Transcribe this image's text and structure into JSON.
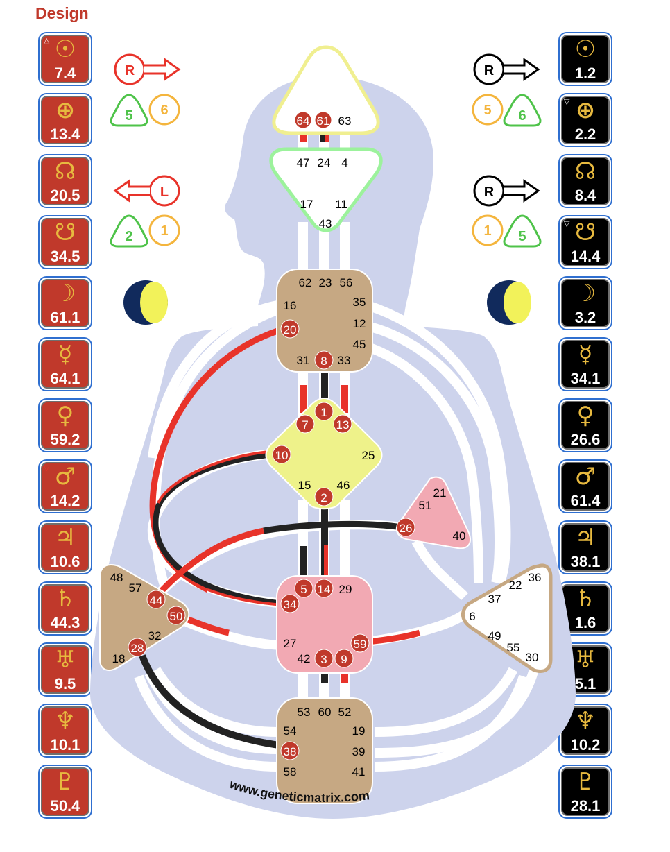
{
  "title": "Design",
  "colors": {
    "design_red": "#c0392b",
    "personality_black": "#000000",
    "glyph_gold": "#e7b93f",
    "body_lavender": "#cdd3ec",
    "channel_red": "#e8332a",
    "channel_black": "#222222",
    "head_outline": "#f0ef90",
    "ajna_outline": "#9cf29c",
    "throat_fill": "#c6a883",
    "g_fill": "#eef28a",
    "heart_fill": "#f2a9b3",
    "sacral_fill": "#f2a9b3",
    "spleen_fill": "#c6a883",
    "root_fill": "#c6a883",
    "solar_outline": "#c6a883",
    "moon_dark": "#112a5c",
    "moon_light": "#f2f25a",
    "green": "#4fc34a",
    "orange": "#f4b53d"
  },
  "design_planets": [
    {
      "name": "sun",
      "glyph": "☉",
      "value": "7.4",
      "mark": "△",
      "mark_color": "white"
    },
    {
      "name": "earth",
      "glyph": "⊕",
      "value": "13.4",
      "mark": ""
    },
    {
      "name": "north-node",
      "glyph": "☊",
      "value": "20.5",
      "mark": ""
    },
    {
      "name": "south-node",
      "glyph": "☋",
      "value": "34.5",
      "mark": ""
    },
    {
      "name": "moon",
      "glyph": "☽",
      "value": "61.1",
      "mark": ""
    },
    {
      "name": "mercury",
      "glyph": "☿",
      "value": "64.1",
      "mark": ""
    },
    {
      "name": "venus",
      "glyph": "♀",
      "value": "59.2",
      "mark": ""
    },
    {
      "name": "mars",
      "glyph": "♂",
      "value": "14.2",
      "mark": "▽",
      "mark_color": "red"
    },
    {
      "name": "jupiter",
      "glyph": "♃",
      "value": "10.6",
      "mark": ""
    },
    {
      "name": "saturn",
      "glyph": "♄",
      "value": "44.3",
      "mark": ""
    },
    {
      "name": "uranus",
      "glyph": "♅",
      "value": "9.5",
      "mark": ""
    },
    {
      "name": "neptune",
      "glyph": "♆",
      "value": "10.1",
      "mark": ""
    },
    {
      "name": "pluto",
      "glyph": "♇",
      "value": "50.4",
      "mark": ""
    }
  ],
  "personality_planets": [
    {
      "name": "sun",
      "glyph": "☉",
      "value": "1.2",
      "mark": ""
    },
    {
      "name": "earth",
      "glyph": "⊕",
      "value": "2.2",
      "mark": "▽",
      "mark_color": "white"
    },
    {
      "name": "north-node",
      "glyph": "☊",
      "value": "8.4",
      "mark": ""
    },
    {
      "name": "south-node",
      "glyph": "☋",
      "value": "14.4",
      "mark": "▽",
      "mark_color": "white"
    },
    {
      "name": "moon",
      "glyph": "☽",
      "value": "3.2",
      "mark": ""
    },
    {
      "name": "mercury",
      "glyph": "☿",
      "value": "34.1",
      "mark": ""
    },
    {
      "name": "venus",
      "glyph": "♀",
      "value": "26.6",
      "mark": ""
    },
    {
      "name": "mars",
      "glyph": "♂",
      "value": "61.4",
      "mark": ""
    },
    {
      "name": "jupiter",
      "glyph": "♃",
      "value": "38.1",
      "mark": ""
    },
    {
      "name": "saturn",
      "glyph": "♄",
      "value": "1.6",
      "mark": ""
    },
    {
      "name": "uranus",
      "glyph": "♅",
      "value": "5.1",
      "mark": ""
    },
    {
      "name": "neptune",
      "glyph": "♆",
      "value": "10.2",
      "mark": "△",
      "mark_color": "white"
    },
    {
      "name": "pluto",
      "glyph": "♇",
      "value": "28.1",
      "mark": ""
    }
  ],
  "variables": {
    "design_top": {
      "arrow_letter": "R",
      "direction": "right",
      "triangle": "5",
      "circle": "6"
    },
    "design_bottom": {
      "arrow_letter": "L",
      "direction": "left",
      "triangle": "2",
      "circle": "1"
    },
    "personality_top": {
      "arrow_letter": "R",
      "direction": "right",
      "circle": "5",
      "triangle": "6"
    },
    "personality_bottom": {
      "arrow_letter": "R",
      "direction": "right",
      "circle": "1",
      "triangle": "5"
    }
  },
  "centers": {
    "head": {
      "gates": [
        "64",
        "61",
        "63"
      ],
      "active": [
        "64",
        "61"
      ]
    },
    "ajna": {
      "gates": [
        "47",
        "24",
        "4",
        "17",
        "11",
        "43"
      ],
      "active": []
    },
    "throat": {
      "gates": [
        "62",
        "23",
        "56",
        "16",
        "35",
        "12",
        "20",
        "45",
        "31",
        "8",
        "33"
      ],
      "active": [
        "20",
        "8"
      ]
    },
    "g": {
      "gates": [
        "1",
        "7",
        "13",
        "10",
        "25",
        "15",
        "2",
        "46"
      ],
      "active": [
        "1",
        "7",
        "13",
        "10",
        "2"
      ]
    },
    "heart": {
      "gates": [
        "21",
        "51",
        "26",
        "40"
      ],
      "active": [
        "26"
      ]
    },
    "spleen": {
      "gates": [
        "48",
        "57",
        "44",
        "50",
        "32",
        "28",
        "18"
      ],
      "active": [
        "44",
        "50",
        "28"
      ]
    },
    "sacral": {
      "gates": [
        "5",
        "14",
        "29",
        "34",
        "27",
        "59",
        "42",
        "3",
        "9"
      ],
      "active": [
        "5",
        "14",
        "34",
        "59",
        "3",
        "9"
      ]
    },
    "solar_plexus": {
      "gates": [
        "36",
        "22",
        "37",
        "6",
        "49",
        "55",
        "30"
      ],
      "active": []
    },
    "root": {
      "gates": [
        "53",
        "60",
        "52",
        "54",
        "19",
        "38",
        "39",
        "58",
        "41"
      ],
      "active": [
        "38"
      ]
    }
  },
  "footer": {
    "url": "www.geneticmatrix.com"
  }
}
